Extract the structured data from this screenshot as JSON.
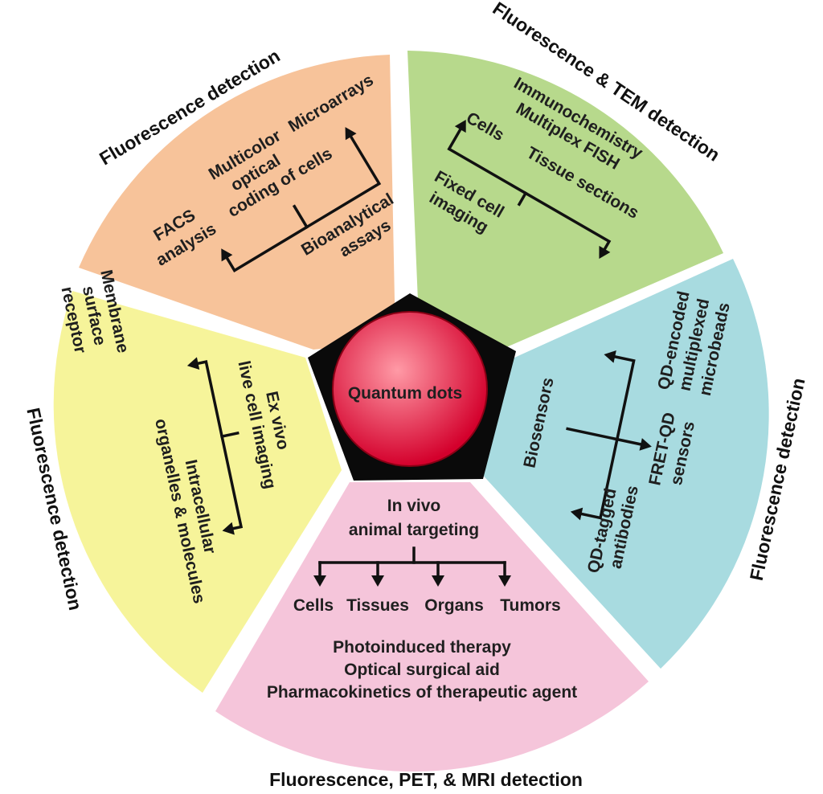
{
  "colors": {
    "orange": "#f7c39a",
    "green": "#b7d98c",
    "blue": "#a8dbe0",
    "pink": "#f5c5da",
    "yellow": "#f6f49a",
    "pentagon": "#0a0a0a",
    "sphere_center": "#ff9aa6",
    "sphere_edge": "#d4002c"
  },
  "center": {
    "label": "Quantum dots"
  },
  "sectors": {
    "orange": {
      "detection": "Fluorescence detection",
      "items": {
        "facs_1": "FACS",
        "facs_2": "analysis",
        "multicolor_1": "Multicolor",
        "multicolor_2": "optical",
        "multicolor_3": "coding of cells",
        "microarrays": "Microarrays",
        "root_1": "Bioanalytical",
        "root_2": "assays"
      }
    },
    "green": {
      "detection": "Fluorescence & TEM detection",
      "items": {
        "immuno_1": "Immunochemistry",
        "immuno_2": "Multiplex FISH",
        "cells": "Cells",
        "tissue": "Tissue sections",
        "root_1": "Fixed cell",
        "root_2": "imaging"
      }
    },
    "blue": {
      "detection": "Fluorescence detection",
      "items": {
        "root": "Biosensors",
        "fret_1": "FRET-QD",
        "fret_2": "sensors",
        "beads_1": "QD-encoded",
        "beads_2": "multiplexed",
        "beads_3": "microbeads",
        "tagged_1": "QD-tagged",
        "tagged_2": "antibodies"
      }
    },
    "pink": {
      "detection": "Fluorescence, PET, & MRI detection",
      "items": {
        "root_1": "In vivo",
        "root_2": "animal targeting",
        "targets": [
          "Cells",
          "Tissues",
          "Organs",
          "Tumors"
        ],
        "app_1": "Photoinduced therapy",
        "app_2": "Optical surgical aid",
        "app_3": "Pharmacokinetics of therapeutic agent"
      }
    },
    "yellow": {
      "detection": "Fluorescence detection",
      "items": {
        "root_1": "Ex vivo",
        "root_2": "live cell imaging",
        "membrane_1": "Membrane",
        "membrane_2": "surface",
        "membrane_3": "receptor",
        "intra_1": "Intracellular",
        "intra_2": "organelles & molecules"
      }
    }
  }
}
